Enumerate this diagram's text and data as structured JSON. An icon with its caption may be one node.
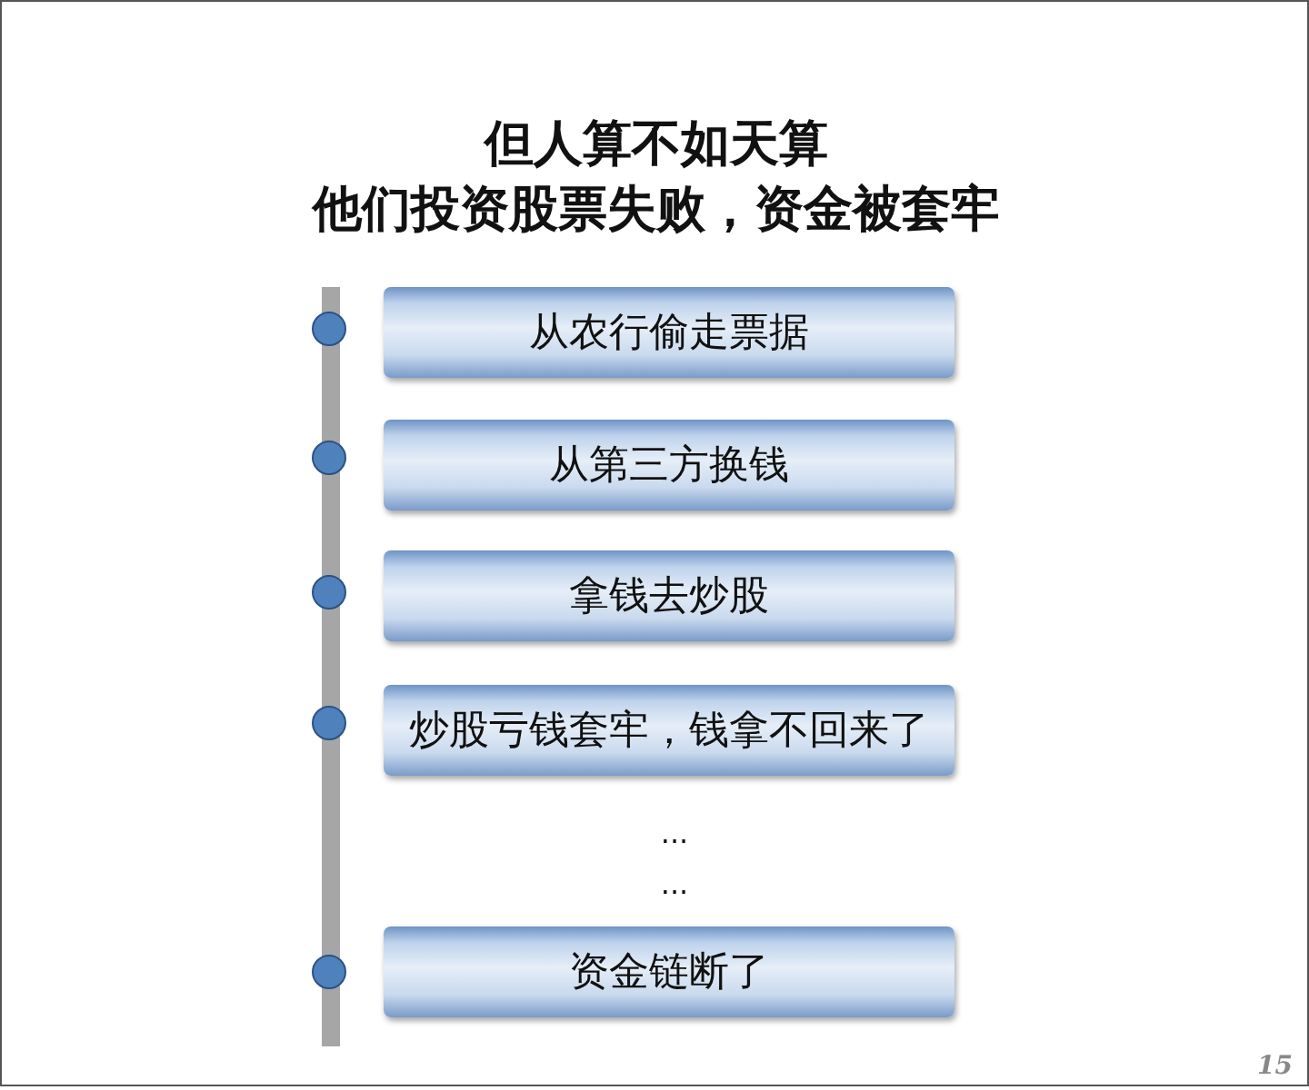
{
  "diagram": {
    "title": "但人算不如天算",
    "nodes": [
      {
        "text": [
          "从农行偷走票据"
        ]
      },
      {
        "text": [
          "从第三方换钱"
        ]
      },
      {
        "text": [
          "拿钱去炒股"
        ]
      },
      {
        "text": [
          "炒股亏钱套牢，钱拿不回来了"
        ]
      },
      {
        "text": [
          "资金链断了"
        ]
      }
    ],
    "edges": [],
    "labels": [
      "他们投资股票失败，资金被套牢",
      "...",
      "...",
      "15"
    ]
  }
}
